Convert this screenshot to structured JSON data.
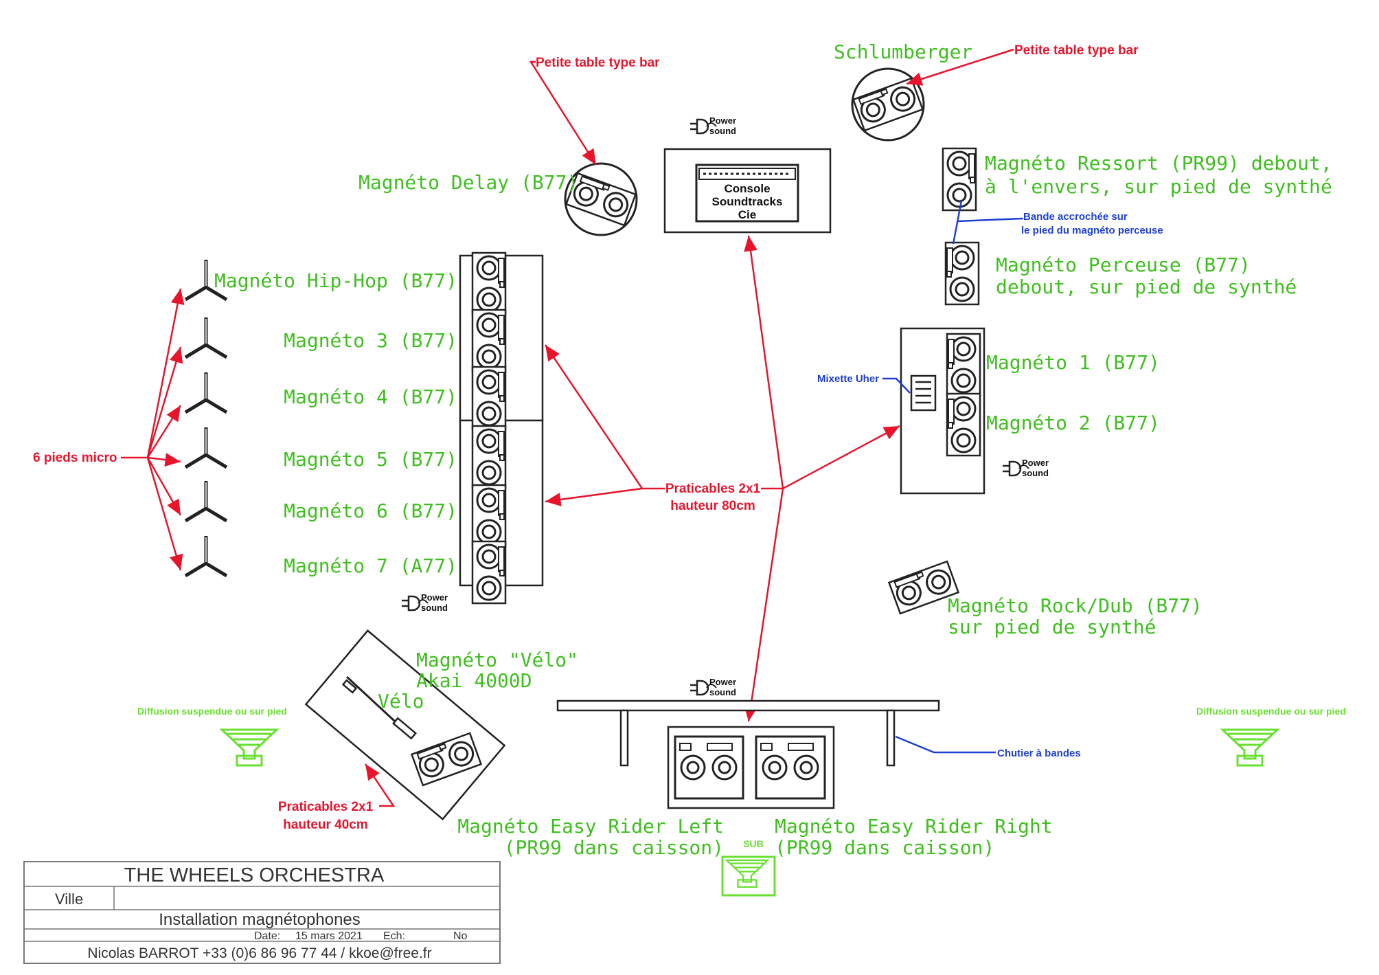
{
  "colors": {
    "green": "#3fbf1f",
    "red": "#e8142c",
    "blue": "#1f3fd6",
    "light_green": "#69e030"
  },
  "labels": {
    "schlumberger": "Schlumberger",
    "petite_table_1": "Petite table type bar",
    "petite_table_2": "Petite table type bar",
    "delay": "Magnéto Delay (B77)",
    "console_1": "Console",
    "console_2": "Soundtracks",
    "console_3": "Cie",
    "ressort_1": "Magnéto Ressort (PR99) debout,",
    "ressort_2": "à l'envers, sur pied de synthé",
    "bande_1": "Bande accrochée sur",
    "bande_2": "le pied du magnéto perceuse",
    "perceuse_1": "Magnéto Perceuse (B77)",
    "perceuse_2": "debout, sur pied de synthé",
    "hiphop": "Magnéto Hip-Hop (B77)",
    "m3": "Magnéto 3 (B77)",
    "m4": "Magnéto 4 (B77)",
    "m5": "Magnéto 5 (B77)",
    "m6": "Magnéto 6 (B77)",
    "m7": "Magnéto 7 (A77)",
    "m1": "Magnéto 1 (B77)",
    "m2": "Magnéto 2 (B77)",
    "mixette": "Mixette Uher",
    "pieds": "6 pieds micro",
    "prat80_1": "Praticables 2x1",
    "prat80_2": "hauteur 80cm",
    "rock_1": "Magnéto Rock/Dub (B77)",
    "rock_2": "sur pied de synthé",
    "velo_1": "Magnéto \"Vélo\"",
    "velo_2": "Akai 4000D",
    "velo_word": "Vélo",
    "prat40_1": "Praticables 2x1",
    "prat40_2": "hauteur 40cm",
    "diffusion_left": "Diffusion suspendue ou sur pied",
    "diffusion_right": "Diffusion suspendue ou sur pied",
    "chutier": "Chutier à bandes",
    "easy_left_1": "Magnéto Easy Rider Left",
    "easy_left_2": "(PR99 dans caisson)",
    "easy_right_1": "Magnéto Easy Rider Right",
    "easy_right_2": "(PR99 dans caisson)",
    "sub": "SUB",
    "power_1": "Power",
    "power_2": "sound"
  },
  "title_block": {
    "title": "THE WHEELS ORCHESTRA",
    "ville": "Ville",
    "subject": "Installation magnétophones",
    "date_label": "Date:",
    "date_value": "15 mars 2021",
    "ech_label": "Ech:",
    "ech_value": "No",
    "author": "Nicolas BARROT +33 (0)6 86 96 77 44  /  kkoe@free.fr"
  }
}
